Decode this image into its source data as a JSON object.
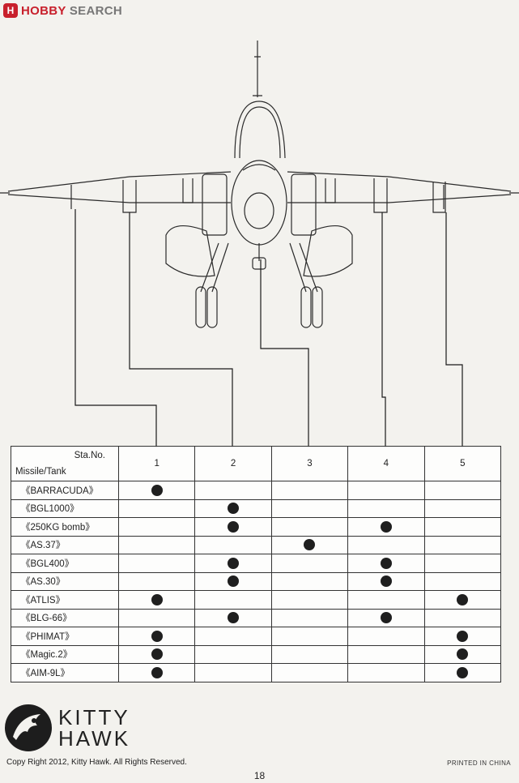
{
  "watermark": {
    "badge": "H",
    "text_a": "HOBBY",
    "text_b": " SEARCH"
  },
  "table": {
    "header_sta": "Sta.No.",
    "header_missile": "Missile/Tank",
    "stations": [
      "1",
      "2",
      "3",
      "4",
      "5"
    ],
    "rows": [
      {
        "name": "《BARRACUDA》",
        "stations": [
          1
        ]
      },
      {
        "name": "《BGL1000》",
        "stations": [
          2
        ]
      },
      {
        "name": "《250KG bomb》",
        "stations": [
          2,
          4
        ]
      },
      {
        "name": "《AS.37》",
        "stations": [
          3
        ]
      },
      {
        "name": "《BGL400》",
        "stations": [
          2,
          4
        ]
      },
      {
        "name": "《AS.30》",
        "stations": [
          2,
          4
        ]
      },
      {
        "name": "《ATLIS》",
        "stations": [
          1,
          5
        ]
      },
      {
        "name": "《BLG-66》",
        "stations": [
          2,
          4
        ]
      },
      {
        "name": "《PHIMAT》",
        "stations": [
          1,
          5
        ]
      },
      {
        "name": "《Magic.2》",
        "stations": [
          1,
          5
        ]
      },
      {
        "name": "《AIM-9L》",
        "stations": [
          1,
          5
        ]
      }
    ]
  },
  "logo": {
    "line1": "KITTY",
    "line2": "HAWK"
  },
  "footer": {
    "copyright": "Copy Right 2012, Kitty Hawk. All Rights Reserved.",
    "printed": "PRINTED IN CHINA",
    "page_number": "18"
  }
}
